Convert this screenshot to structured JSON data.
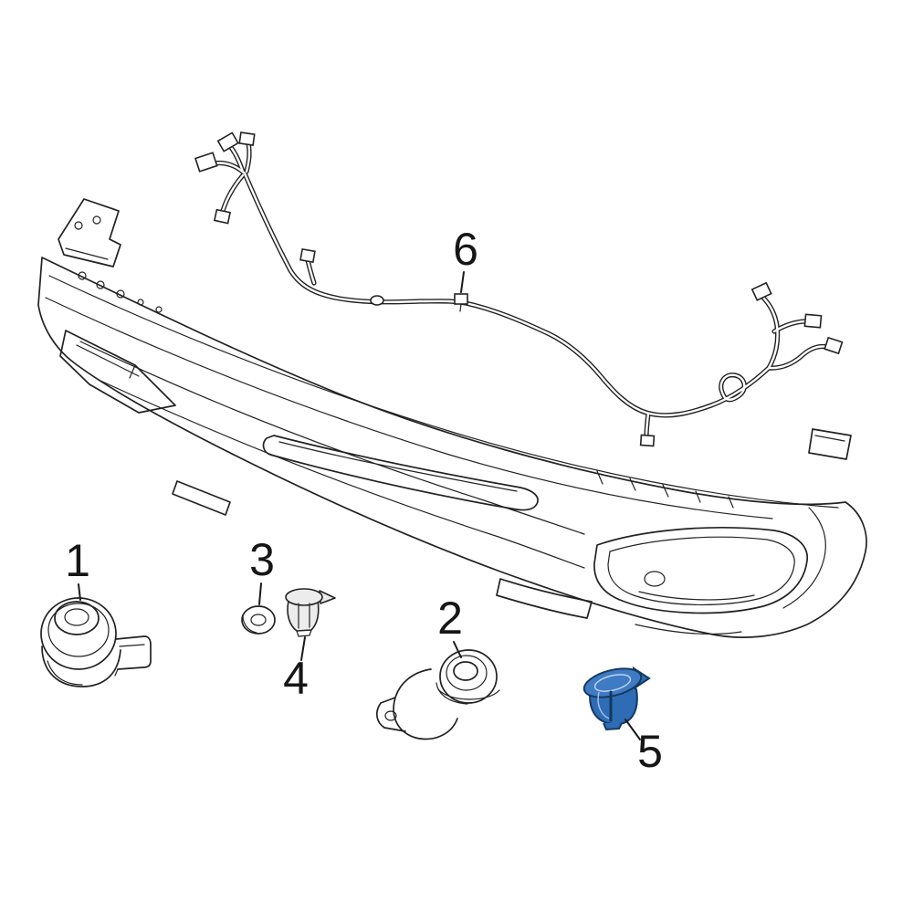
{
  "page": {
    "background": "#ffffff"
  },
  "diagram": {
    "kind": "exploded-parts-diagram",
    "subject": "front-bumper-parking-sensor-and-harness",
    "line_color": "#222222",
    "highlight_color": "#2e6cb5",
    "callouts": [
      {
        "label": "1",
        "part": "parking-sensor"
      },
      {
        "label": "2",
        "part": "parking-sensor-with-bracket"
      },
      {
        "label": "3",
        "part": "washer-grommet"
      },
      {
        "label": "4",
        "part": "retainer-clip"
      },
      {
        "label": "5",
        "part": "sensor-retainer-clip-highlighted"
      },
      {
        "label": "6",
        "part": "wiring-harness"
      }
    ]
  }
}
